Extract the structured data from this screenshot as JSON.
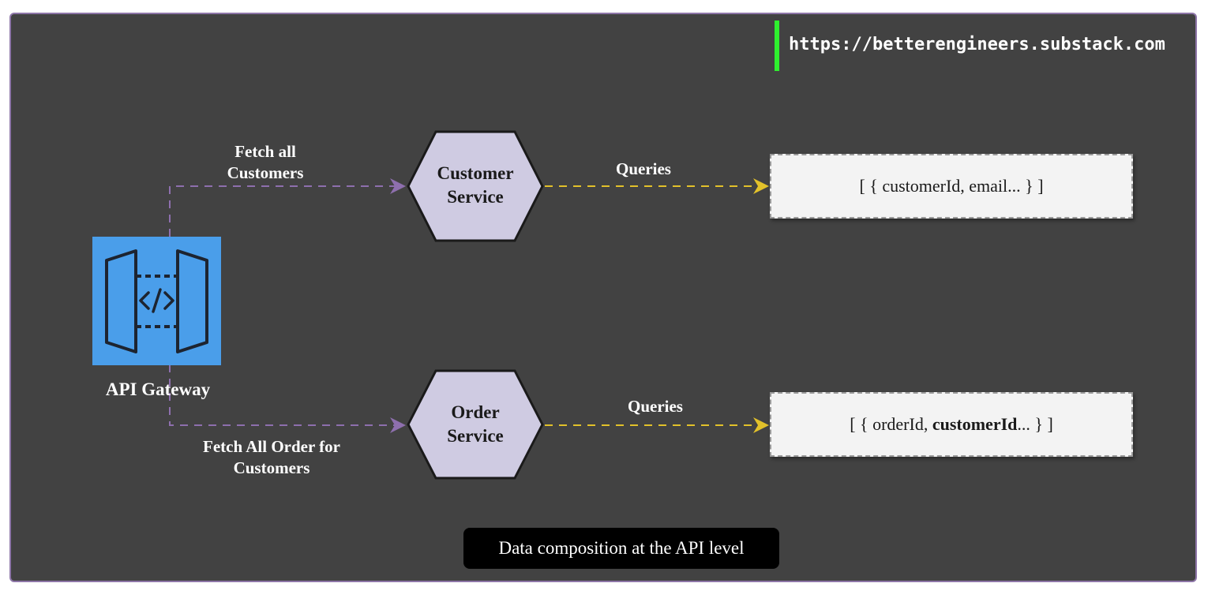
{
  "url": "https://betterengineers.substack.com",
  "gateway": {
    "label": "API Gateway",
    "icon": "api-gateway-icon"
  },
  "edges": {
    "fetch_customers_line1": "Fetch all",
    "fetch_customers_line2": "Customers",
    "fetch_orders_line1": "Fetch All Order for",
    "fetch_orders_line2": "Customers",
    "customer_queries": "Queries",
    "order_queries": "Queries"
  },
  "services": {
    "customer_line1": "Customer",
    "customer_line2": "Service",
    "order_line1": "Order",
    "order_line2": "Service"
  },
  "data": {
    "customers": {
      "open": "[ { customerId, email... } ]"
    },
    "orders": {
      "prefix": "[ { orderId, ",
      "bold": "customerId",
      "suffix": "... } ]"
    }
  },
  "caption": "Data composition at the API level",
  "colors": {
    "background": "#424242",
    "border": "#8e76a8",
    "gateway": "#4a9eea",
    "service": "#cfcbe2",
    "request_arrow": "#8e6fae",
    "query_arrow": "#e2c12a",
    "url_accent": "#2ef02e"
  }
}
